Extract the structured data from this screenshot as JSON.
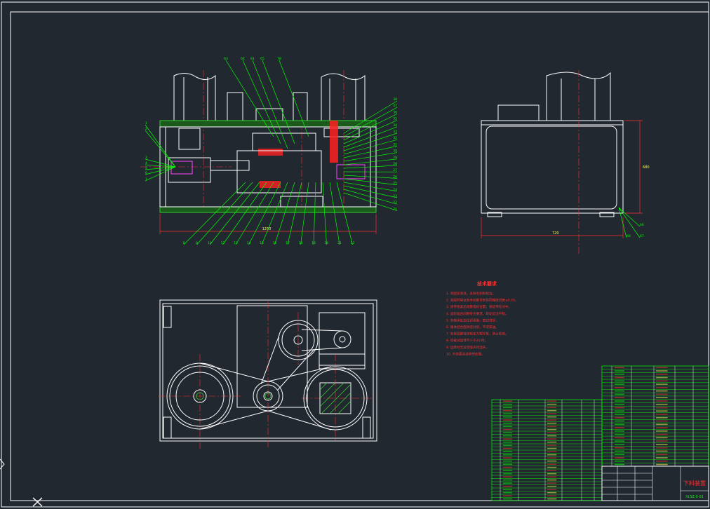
{
  "colors": {
    "background": "#212830",
    "outline": "#ffffff",
    "leader": "#00ff00",
    "red": "#ff2020",
    "center": "#ff3030",
    "hatch": "#33cc33",
    "yellow": "#ffff55",
    "magenta": "#ff44ff",
    "cyan": "#22e0ff"
  },
  "icons": [
    "ucs-axis-icon",
    "crosshair-icon"
  ],
  "section_view": {
    "top_labels": [
      "63",
      "64",
      "61",
      "65",
      "78"
    ],
    "left_labels": [
      "1",
      "2",
      "3",
      "4",
      "5",
      "6",
      "7"
    ],
    "right_labels": [
      "38",
      "37",
      "36",
      "35",
      "34",
      "33",
      "32",
      "31",
      "30",
      "29",
      "28",
      "27",
      "26",
      "25",
      "24",
      "23",
      "22",
      "21"
    ],
    "bottom_labels": [
      "6",
      "8",
      "10",
      "12",
      "13",
      "14",
      "15",
      "16",
      "17",
      "18",
      "19",
      "20",
      "21",
      "22"
    ],
    "width_dim": "1250"
  },
  "side_view": {
    "height_dim": "680",
    "width_dim": "720",
    "labels": [
      "66",
      "68",
      "67"
    ]
  },
  "notes": {
    "title": "技术要求",
    "items": [
      "1. 装配前清洗，去除毛刺和锐边。",
      "2. 装配时保证各传动部件安装同轴度误差≤0.05。",
      "3. 皮带张紧后调整电机位置，保证带轮对中。",
      "4. 齿轮啮合间隙符合要求，转动灵活平稳。",
      "5. 各轴承处加注润滑脂，密封良好。",
      "6. 箱体结合面涂密封胶，不得漏油。",
      "7. 各紧固螺栓按规定力矩拧紧，防止松动。",
      "8. 空载试运转不少于2小时。",
      "9. 运转时无异常噪声和温升。",
      "10. 外表面涂漆防锈处理。"
    ]
  },
  "title_block": {
    "name": "下料装置",
    "code": "XLSZ.0-01"
  }
}
